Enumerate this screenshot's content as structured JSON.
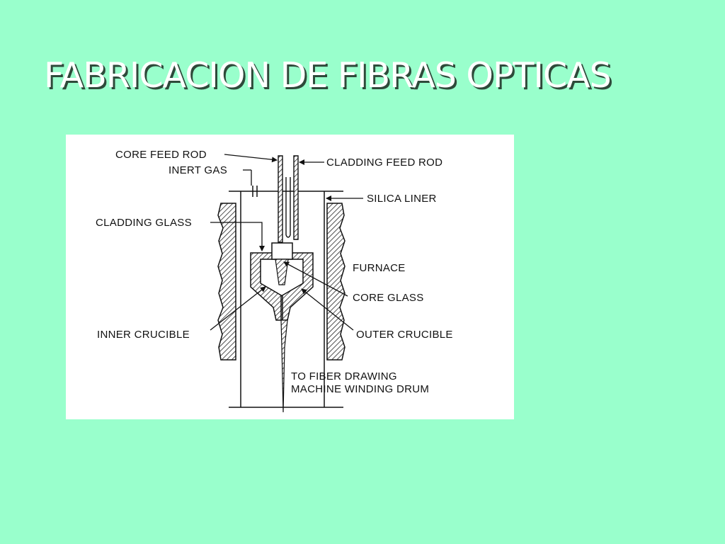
{
  "slide": {
    "title": "FABRICACION DE FIBRAS OPTICAS"
  },
  "diagram": {
    "labels": {
      "core_feed_rod": "CORE FEED ROD",
      "inert_gas": "INERT GAS",
      "cladding_feed_rod": "CLADDING  FEED  ROD",
      "silica_liner": "SILICA LINER",
      "cladding_glass": "CLADDING GLASS",
      "furnace": "FURNACE",
      "core_glass": "CORE GLASS",
      "inner_crucible": "INNER CRUCIBLE",
      "outer_crucible": "OUTER CRUCIBLE",
      "to_fiber_drawing": "TO FIBER DRAWING",
      "machine_winding_drum": "MACHINE WINDING DRUM"
    }
  },
  "colors": {
    "background": "#99ffcc",
    "title": "#ffffff",
    "title_shadow": "#2e4a3a",
    "panel": "#ffffff",
    "ink": "#111111"
  }
}
